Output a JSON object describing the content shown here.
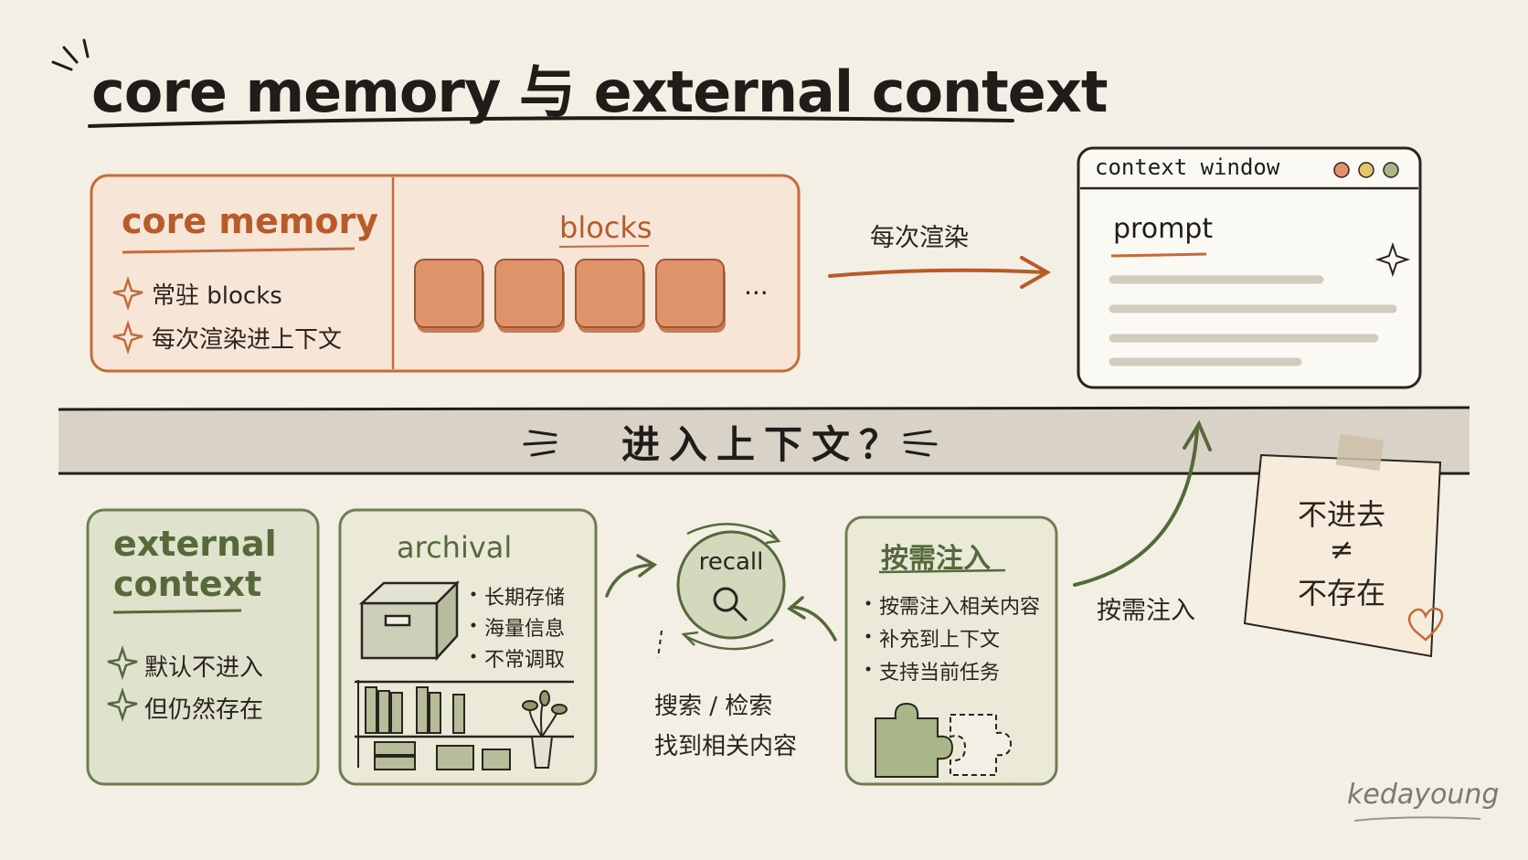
{
  "title": "core memory 与 external context",
  "core_memory": {
    "title": "core memory",
    "items": [
      "常驻 blocks",
      "每次渲染进上下文"
    ],
    "blocks_label": "blocks",
    "ellipsis": "..."
  },
  "render_arrow_label": "每次渲染",
  "context_window": {
    "title": "context window",
    "prompt_label": "prompt"
  },
  "banner": {
    "text": "进入上下文？"
  },
  "external_context": {
    "title": "external context",
    "items": [
      "默认不进入",
      "但仍然存在"
    ]
  },
  "archival": {
    "title": "archival",
    "items": [
      "长期存储",
      "海量信息",
      "不常调取"
    ]
  },
  "recall": {
    "label": "recall",
    "caption_lines": [
      "搜索 / 检索",
      "找到相关内容"
    ]
  },
  "on_demand": {
    "title": "按需注入",
    "items": [
      "按需注入相关内容",
      "补充到上下文",
      "支持当前任务"
    ]
  },
  "inject_arrow_label": "按需注入",
  "sticky_note": {
    "lines": [
      "不进去",
      "≠",
      "不存在"
    ]
  },
  "signature": "kedayoung",
  "colors": {
    "background": "#f3efe4",
    "core_accent": "#b85a2a",
    "block_fill": "#e0946c",
    "green_accent": "#55693a",
    "green_fill": "#dfe2cc",
    "banner": "#d9d3c7"
  }
}
